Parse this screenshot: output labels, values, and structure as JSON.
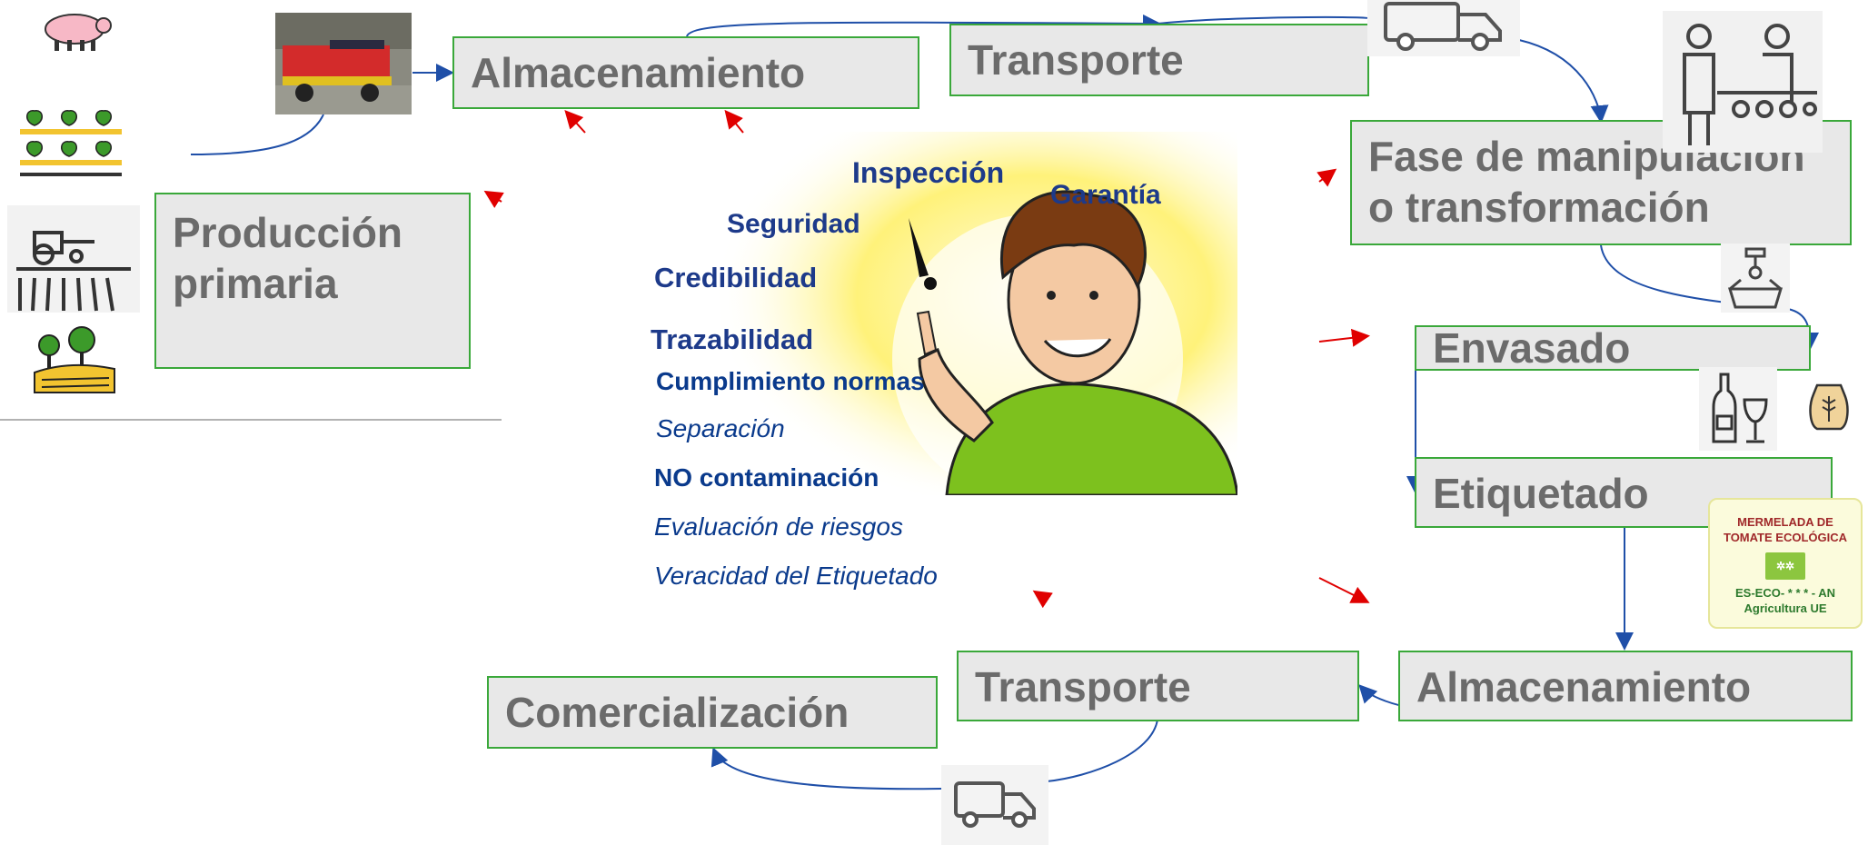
{
  "stages": {
    "produccion": "Producción primaria",
    "almacenamiento1": "Almacenamiento",
    "transporte1": "Transporte",
    "manipulacion": "Fase de manipulación o transformación",
    "envasado": "Envasado",
    "etiquetado": "Etiquetado",
    "almacenamiento2": "Almacenamiento",
    "transporte2": "Transporte",
    "comercializacion": "Comercialización"
  },
  "concepts": {
    "inspeccion": "Inspección",
    "garantia": "Garantía",
    "seguridad": "Seguridad",
    "credibilidad": "Credibilidad",
    "trazabilidad": "Trazabilidad",
    "cumplimiento": "Cumplimiento normas",
    "separacion": "Separación",
    "no_contaminacion": "NO contaminación",
    "evaluacion": "Evaluación de riesgos",
    "veracidad": "Veracidad del Etiquetado"
  },
  "product_label": {
    "line1": "MERMELADA DE",
    "line2": "TOMATE ECOLÓGICA",
    "code": "ES-ECO- * * * - AN",
    "origin": "Agricultura UE"
  },
  "colors": {
    "box_fill": "#e8e8e8",
    "box_border": "#3aa83a",
    "box_text": "#6b6b6b",
    "flow_arrow": "#1f4fa8",
    "focus_arrow": "#e00000",
    "concept_text": "#1d3a8a"
  },
  "icons": [
    "pig-icon",
    "crops-icon",
    "tractor-field-icon",
    "trees-field-icon",
    "trailer-photo",
    "delivery-truck-icon",
    "factory-workers-icon",
    "packing-robot-icon",
    "bottle-glass-icon",
    "grain-sack-icon",
    "cartoon-man-illustration"
  ]
}
